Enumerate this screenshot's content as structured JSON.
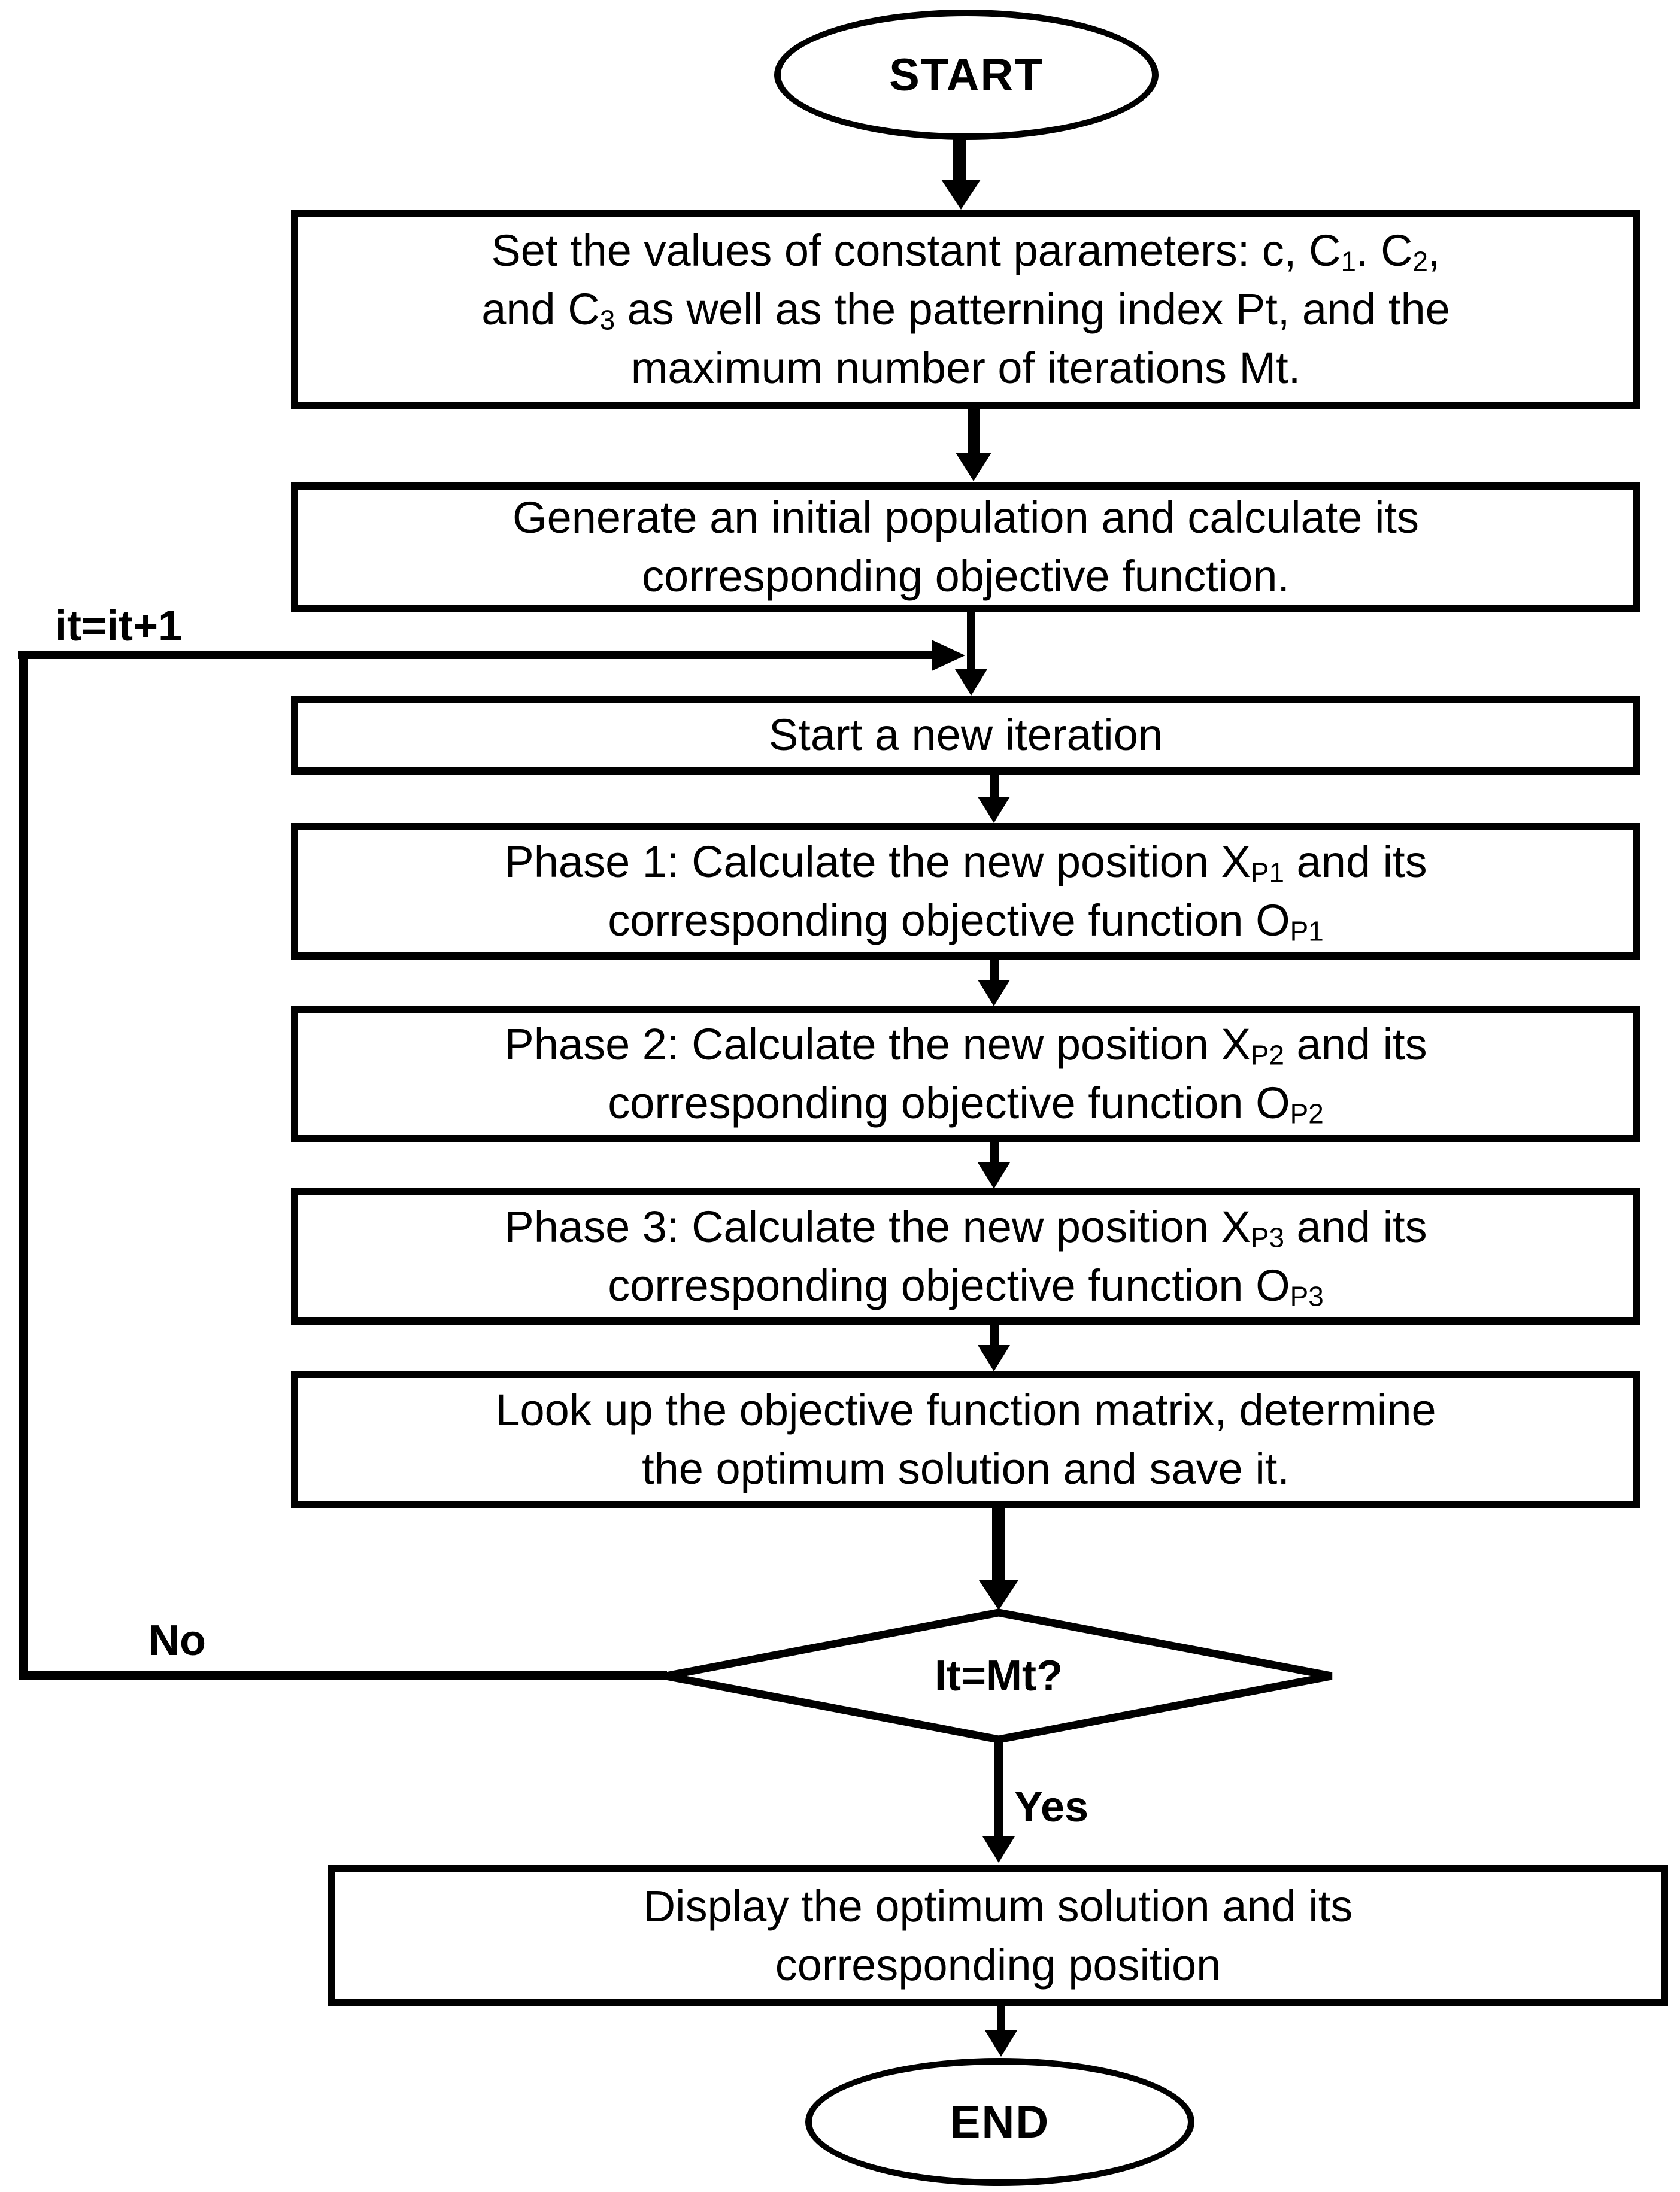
{
  "flowchart": {
    "start_label": "START",
    "end_label": "END",
    "loop_counter_label": "it=it+1",
    "no_label": "No",
    "yes_label": "Yes",
    "decision_label": "It=Mt?",
    "colors": {
      "line": "#000000",
      "background": "#ffffff"
    },
    "boxes": {
      "set_parameters": {
        "lines": [
          [
            {
              "t": "Set the values of constant parameters: c, C"
            },
            {
              "t": "1",
              "sub": true
            },
            {
              "t": ". C"
            },
            {
              "t": "2",
              "sub": true
            },
            {
              "t": ","
            }
          ],
          [
            {
              "t": "and C"
            },
            {
              "t": "3",
              "sub": true
            },
            {
              "t": " as well as the patterning index Pt, and the"
            }
          ],
          [
            {
              "t": "maximum number of iterations Mt."
            }
          ]
        ]
      },
      "generate_population": {
        "lines": [
          [
            {
              "t": "Generate an initial population and calculate its"
            }
          ],
          [
            {
              "t": "corresponding objective function."
            }
          ]
        ]
      },
      "start_iteration": {
        "lines": [
          [
            {
              "t": "Start a new iteration"
            }
          ]
        ]
      },
      "phase1": {
        "lines": [
          [
            {
              "t": "Phase 1: Calculate the new position X"
            },
            {
              "t": "P1",
              "sub": true
            },
            {
              "t": " and its"
            }
          ],
          [
            {
              "t": "corresponding objective function O"
            },
            {
              "t": "P1",
              "sub": true
            }
          ]
        ]
      },
      "phase2": {
        "lines": [
          [
            {
              "t": "Phase 2: Calculate the new position X"
            },
            {
              "t": "P2",
              "sub": true
            },
            {
              "t": " and its"
            }
          ],
          [
            {
              "t": "corresponding objective function O"
            },
            {
              "t": "P2",
              "sub": true
            }
          ]
        ]
      },
      "phase3": {
        "lines": [
          [
            {
              "t": "Phase 3: Calculate the new position X"
            },
            {
              "t": "P3",
              "sub": true
            },
            {
              "t": " and its"
            }
          ],
          [
            {
              "t": "corresponding objective function O"
            },
            {
              "t": "P3",
              "sub": true
            }
          ]
        ]
      },
      "lookup_optimum": {
        "lines": [
          [
            {
              "t": "Look up the objective function matrix, determine"
            }
          ],
          [
            {
              "t": "the optimum solution and save it."
            }
          ]
        ]
      },
      "display_result": {
        "lines": [
          [
            {
              "t": "Display the optimum solution and its"
            }
          ],
          [
            {
              "t": "corresponding position"
            }
          ]
        ]
      }
    }
  }
}
